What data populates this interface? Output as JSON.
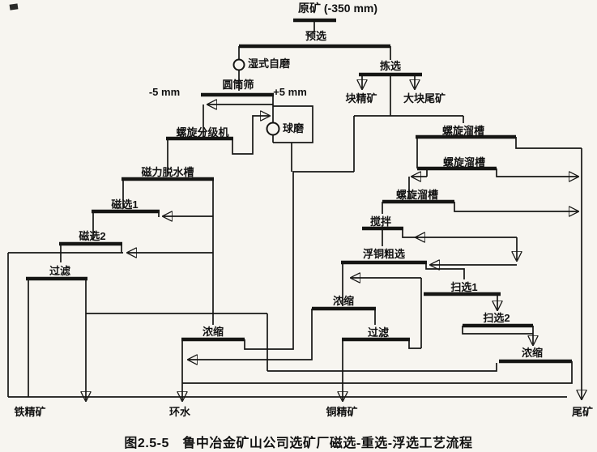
{
  "figure": {
    "caption": "图2.5-5　鲁中冶金矿山公司选矿厂磁选-重选-浮选工艺流程"
  },
  "colors": {
    "ink": "#161614",
    "paper": "#f7f5f0"
  },
  "icons": [
    {
      "name": "wet-autogenous-mill-circle-icon"
    },
    {
      "name": "ball-mill-circle-icon"
    }
  ],
  "nodes": [
    {
      "id": "raw-ore",
      "label": "原矿 (-350 mm)"
    },
    {
      "id": "preselection",
      "label": "预选"
    },
    {
      "id": "wet-autogenous-mill",
      "label": "湿式自磨"
    },
    {
      "id": "hand-picking",
      "label": "拣选"
    },
    {
      "id": "trommel-screen",
      "label": "圆筒筛"
    },
    {
      "id": "undersize",
      "label": "-5 mm"
    },
    {
      "id": "oversize",
      "label": "+5 mm"
    },
    {
      "id": "lump-concentrate",
      "label": "块精矿"
    },
    {
      "id": "bulk-tailings",
      "label": "大块尾矿"
    },
    {
      "id": "ball-mill",
      "label": "球磨"
    },
    {
      "id": "spiral-classifier",
      "label": "螺旋分级机"
    },
    {
      "id": "spiral-chute-1",
      "label": "螺旋溜槽"
    },
    {
      "id": "magnetic-dewatering-tank",
      "label": "磁力脱水槽"
    },
    {
      "id": "spiral-chute-2",
      "label": "螺旋溜槽"
    },
    {
      "id": "magnetic-separation-1",
      "label": "磁选1"
    },
    {
      "id": "spiral-chute-3",
      "label": "螺旋溜槽"
    },
    {
      "id": "magnetic-separation-2",
      "label": "磁选2"
    },
    {
      "id": "agitation",
      "label": "搅拌"
    },
    {
      "id": "filter-iron",
      "label": "过滤"
    },
    {
      "id": "copper-rougher-flotation",
      "label": "浮铜粗选"
    },
    {
      "id": "scavenger-1",
      "label": "扫选1"
    },
    {
      "id": "thickener-copper-1",
      "label": "浓缩"
    },
    {
      "id": "scavenger-2",
      "label": "扫选2"
    },
    {
      "id": "filter-copper",
      "label": "过滤"
    },
    {
      "id": "thickener-iron",
      "label": "浓缩"
    },
    {
      "id": "thickener-copper-2",
      "label": "浓缩"
    },
    {
      "id": "iron-concentrate",
      "label": "铁精矿"
    },
    {
      "id": "circulating-water",
      "label": "环水"
    },
    {
      "id": "copper-concentrate",
      "label": "铜精矿"
    },
    {
      "id": "final-tailings",
      "label": "尾矿"
    }
  ]
}
